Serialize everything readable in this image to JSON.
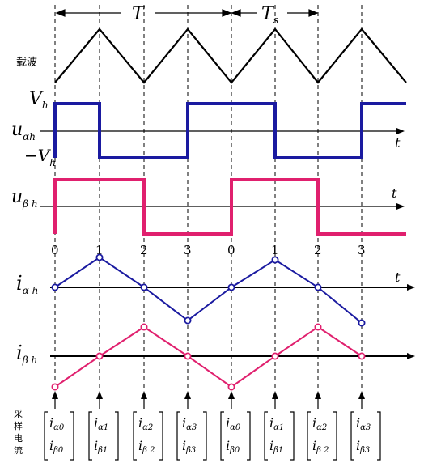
{
  "labels": {
    "T": "T",
    "Ts_main": "T",
    "Ts_sub": "s",
    "carrier": "载波",
    "Vh": "V",
    "Vh_sub": "h",
    "negVh": "−V",
    "negVh_sub": "h",
    "u_main": "u",
    "u_alpha_sub": "αh",
    "u_beta_sub": "β h",
    "i_main": "i",
    "i_alpha_sub": "α h",
    "i_beta_sub": "β h",
    "t_axis": "t",
    "sampling": [
      "采",
      "样",
      "电",
      "流"
    ]
  },
  "tick_labels": [
    "0",
    "1",
    "2",
    "3",
    "0",
    "1",
    "2",
    "3"
  ],
  "samples": [
    {
      "alpha": "α0",
      "beta": "β0"
    },
    {
      "alpha": "α1",
      "beta": "β1"
    },
    {
      "alpha": "α2",
      "beta": "β 2"
    },
    {
      "alpha": "α3",
      "beta": "β3"
    },
    {
      "alpha": "α0",
      "beta": "β0"
    },
    {
      "alpha": "α1",
      "beta": "β1"
    },
    {
      "alpha": "α2",
      "beta": "β 2"
    },
    {
      "alpha": "α3",
      "beta": "β3"
    }
  ],
  "colors": {
    "carrier": "#000000",
    "u_alpha": "#1a1aa0",
    "u_beta": "#e0206e",
    "i_alpha": "#1a1aa0",
    "i_beta": "#e0206e",
    "axis": "#000000"
  }
}
